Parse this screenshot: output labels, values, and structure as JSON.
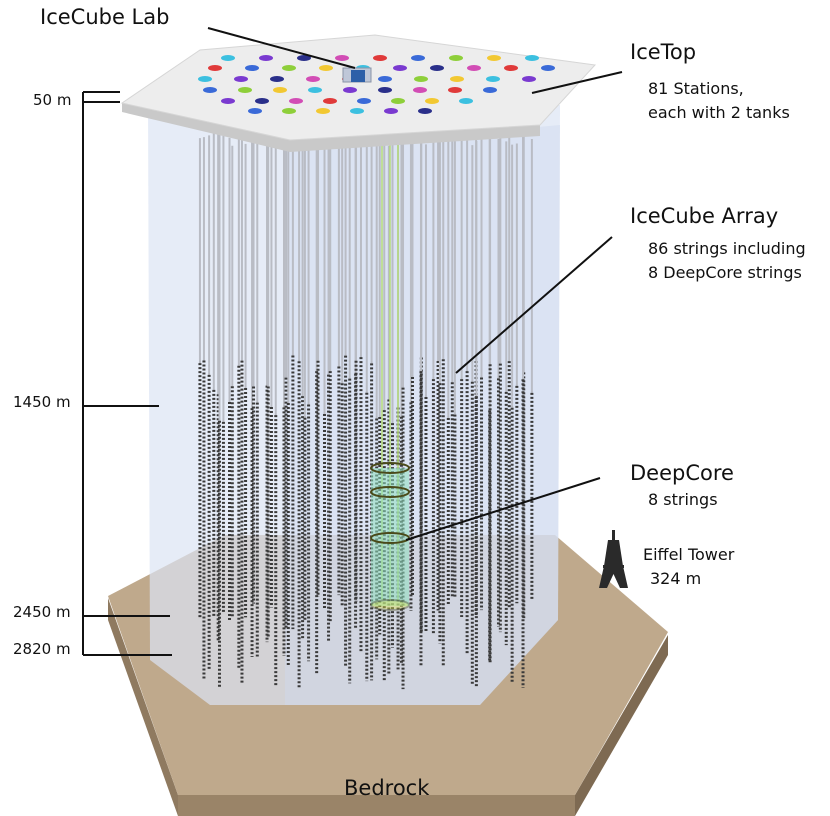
{
  "labels": {
    "lab": "IceCube Lab",
    "icetop_title": "IceTop",
    "icetop_line1": "81 Stations,",
    "icetop_line2": "each with 2 tanks",
    "array_title": "IceCube Array",
    "array_line1": "86 strings including",
    "array_line2": "8 DeepCore strings",
    "deepcore_title": "DeepCore",
    "deepcore_line1": "8 strings",
    "eiffel_line1": "Eiffel Tower",
    "eiffel_line2": "324 m",
    "bedrock": "Bedrock"
  },
  "depths": {
    "d50": "50 m",
    "d1450": "1450 m",
    "d2450": "2450 m",
    "d2820": "2820 m"
  },
  "colors": {
    "ice_volume": "#dbe4f4",
    "surface_top": "#ededed",
    "surface_side": "#c9c9c9",
    "bedrock_top": "#bfa98c",
    "bedrock_side": "#8f7a60",
    "string_line": "#b9bcc4",
    "dom": "#3a3a3a",
    "deepcore_cyl": "#8fe0c0",
    "deepcore_ring": "#e2e84a",
    "ilab": "#2d5fa8",
    "icetop_palette": [
      "#d24db5",
      "#e03a3a",
      "#3a6ad8",
      "#8ecf3a",
      "#f2c832",
      "#3cc0e0",
      "#7a3ad0",
      "#2a2f8a"
    ]
  }
}
